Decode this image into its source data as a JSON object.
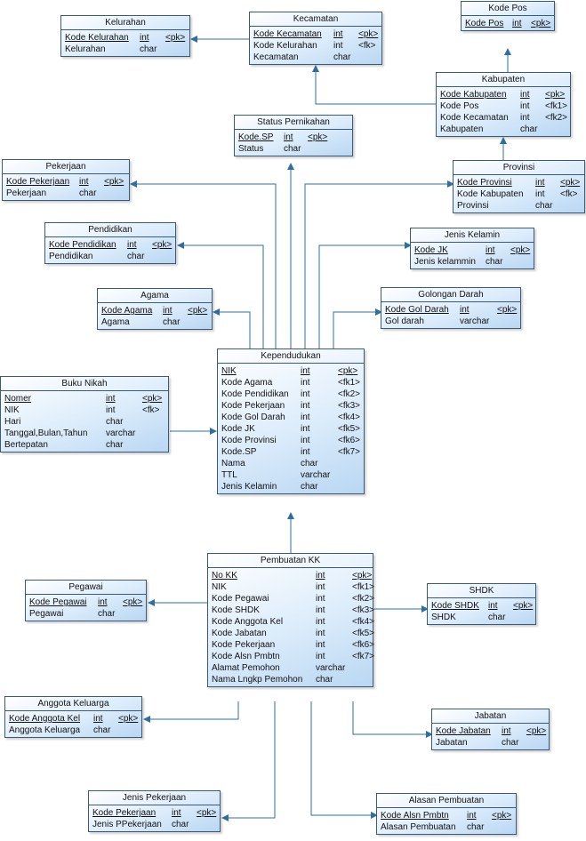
{
  "entities": [
    {
      "id": "kelurahan",
      "title": "Kelurahan",
      "rows": [
        {
          "name": "Kode Kelurahan",
          "type": "int",
          "key": "<pk>",
          "pk": true
        },
        {
          "name": "Kelurahan",
          "type": "char",
          "key": ""
        }
      ]
    },
    {
      "id": "kecamatan",
      "title": "Kecamatan",
      "rows": [
        {
          "name": "Kode Kecamatan",
          "type": "int",
          "key": "<pk>",
          "pk": true
        },
        {
          "name": "Kode Kelurahan",
          "type": "int",
          "key": "<fk>"
        },
        {
          "name": "Kecamatan",
          "type": "char",
          "key": ""
        }
      ]
    },
    {
      "id": "kodepos",
      "title": "Kode Pos",
      "rows": [
        {
          "name": "Kode Pos",
          "type": "int",
          "key": "<pk>",
          "pk": true
        }
      ]
    },
    {
      "id": "kabupaten",
      "title": "Kabupaten",
      "rows": [
        {
          "name": "Kode Kabupaten",
          "type": "int",
          "key": "<pk>",
          "pk": true
        },
        {
          "name": "Kode Pos",
          "type": "int",
          "key": "<fk1>"
        },
        {
          "name": "Kode Kecamatan",
          "type": "int",
          "key": "<fk2>"
        },
        {
          "name": "Kabupaten",
          "type": "char",
          "key": ""
        }
      ]
    },
    {
      "id": "statusperkawinan",
      "title": "Status Pernikahan",
      "rows": [
        {
          "name": "Kode.SP",
          "type": "int",
          "key": "<pk>",
          "pk": true
        },
        {
          "name": "Status",
          "type": "char",
          "key": ""
        }
      ]
    },
    {
      "id": "pekerjaan",
      "title": "Pekerjaan",
      "rows": [
        {
          "name": "Kode Pekerjaan",
          "type": "int",
          "key": "<pk>",
          "pk": true
        },
        {
          "name": "Pekerjaan",
          "type": "char",
          "key": ""
        }
      ]
    },
    {
      "id": "provinsi",
      "title": "Provinsi",
      "rows": [
        {
          "name": "Kode Provinsi",
          "type": "int",
          "key": "<pk>",
          "pk": true
        },
        {
          "name": "Kode Kabupaten",
          "type": "int",
          "key": "<fk>"
        },
        {
          "name": "Provinsi",
          "type": "char",
          "key": ""
        }
      ]
    },
    {
      "id": "pendidikan",
      "title": "Pendidikan",
      "rows": [
        {
          "name": "Kode Pendidikan",
          "type": "int",
          "key": "<pk>",
          "pk": true
        },
        {
          "name": "Pendidikan",
          "type": "char",
          "key": ""
        }
      ]
    },
    {
      "id": "jeniskelamin",
      "title": "Jenis Kelamin",
      "rows": [
        {
          "name": "Kode JK",
          "type": "int",
          "key": "<pk>",
          "pk": true
        },
        {
          "name": "Jenis kelammin",
          "type": "char",
          "key": ""
        }
      ]
    },
    {
      "id": "agama",
      "title": "Agama",
      "rows": [
        {
          "name": "Kode Agama",
          "type": "int",
          "key": "<pk>",
          "pk": true
        },
        {
          "name": "Agama",
          "type": "char",
          "key": ""
        }
      ]
    },
    {
      "id": "golongandarah",
      "title": "Golongan Darah",
      "rows": [
        {
          "name": "Kode Gol Darah",
          "type": "int",
          "key": "<pk>",
          "pk": true
        },
        {
          "name": "Gol darah",
          "type": "varchar",
          "key": ""
        }
      ]
    },
    {
      "id": "bukunikah",
      "title": "Buku Nikah",
      "rows": [
        {
          "name": "Nomer",
          "type": "int",
          "key": "<pk>",
          "pk": true
        },
        {
          "name": "NIK",
          "type": "int",
          "key": "<fk>"
        },
        {
          "name": "Hari",
          "type": "char",
          "key": ""
        },
        {
          "name": "Tanggal,Bulan,Tahun",
          "type": "varchar",
          "key": ""
        },
        {
          "name": "Bertepatan",
          "type": "char",
          "key": ""
        }
      ]
    },
    {
      "id": "kependudukan",
      "title": "Kependudukan",
      "rows": [
        {
          "name": "NIK",
          "type": "int",
          "key": "<pk>",
          "pk": true
        },
        {
          "name": "Kode Agama",
          "type": "int",
          "key": "<fk1>"
        },
        {
          "name": "Kode Pendidikan",
          "type": "int",
          "key": "<fk2>"
        },
        {
          "name": "Kode Pekerjaan",
          "type": "int",
          "key": "<fk3>"
        },
        {
          "name": "Kode Gol Darah",
          "type": "int",
          "key": "<fk4>"
        },
        {
          "name": "Kode JK",
          "type": "int",
          "key": "<fk5>"
        },
        {
          "name": "Kode Provinsi",
          "type": "int",
          "key": "<fk6>"
        },
        {
          "name": "Kode.SP",
          "type": "int",
          "key": "<fk7>"
        },
        {
          "name": "Nama",
          "type": "char",
          "key": ""
        },
        {
          "name": "TTL",
          "type": "varchar",
          "key": ""
        },
        {
          "name": "Jenis Kelamin",
          "type": "char",
          "key": ""
        }
      ]
    },
    {
      "id": "pembuatankk",
      "title": "Pembuatan KK",
      "rows": [
        {
          "name": "No KK",
          "type": "int",
          "key": "<pk>",
          "pk": true
        },
        {
          "name": "NIK",
          "type": "int",
          "key": "<fk1>"
        },
        {
          "name": "Kode Pegawai",
          "type": "int",
          "key": "<fk2>"
        },
        {
          "name": "Kode SHDK",
          "type": "int",
          "key": "<fk3>"
        },
        {
          "name": "Kode Anggota Kel",
          "type": "int",
          "key": "<fk4>"
        },
        {
          "name": "Kode Jabatan",
          "type": "int",
          "key": "<fk5>"
        },
        {
          "name": "Kode Pekerjaan",
          "type": "int",
          "key": "<fk6>"
        },
        {
          "name": "Kode Alsn Pmbtn",
          "type": "int",
          "key": "<fk7>"
        },
        {
          "name": "Alamat Pemohon",
          "type": "varchar",
          "key": ""
        },
        {
          "name": "Nama Lngkp Pemohon",
          "type": "char",
          "key": ""
        }
      ]
    },
    {
      "id": "pegawai",
      "title": "Pegawai",
      "rows": [
        {
          "name": "Kode Pegawai",
          "type": "int",
          "key": "<pk>",
          "pk": true
        },
        {
          "name": "Pegawai",
          "type": "char",
          "key": ""
        }
      ]
    },
    {
      "id": "shdk",
      "title": "SHDK",
      "rows": [
        {
          "name": "Kode SHDK",
          "type": "int",
          "key": "<pk>",
          "pk": true
        },
        {
          "name": "SHDK",
          "type": "char",
          "key": ""
        }
      ]
    },
    {
      "id": "anggotakeluarga",
      "title": "Anggota Keluarga",
      "rows": [
        {
          "name": "Kode Anggota Kel",
          "type": "int",
          "key": "<pk>",
          "pk": true
        },
        {
          "name": "Anggota Keluarga",
          "type": "char",
          "key": ""
        }
      ]
    },
    {
      "id": "jabatan",
      "title": "Jabatan",
      "rows": [
        {
          "name": "Kode Jabatan",
          "type": "int",
          "key": "<pk>",
          "pk": true
        },
        {
          "name": "Jabatan",
          "type": "char",
          "key": ""
        }
      ]
    },
    {
      "id": "jenispekerjaan",
      "title": "Jenis Pekerjaan",
      "rows": [
        {
          "name": "Kode Pekerjaan",
          "type": "int",
          "key": "<pk>",
          "pk": true
        },
        {
          "name": "Jenis PPekerjaan",
          "type": "char",
          "key": ""
        }
      ]
    },
    {
      "id": "alasanpembuatan",
      "title": "Alasan Pembuatan",
      "rows": [
        {
          "name": "Kode Alsn Pmbtn",
          "type": "int",
          "key": "<pk>",
          "pk": true
        },
        {
          "name": "Alasan Pembuatan",
          "type": "char",
          "key": ""
        }
      ]
    }
  ],
  "colors": {
    "line": "#2f6f9f",
    "border": "#3a5a78",
    "fill_top": "#ffffff",
    "fill_bottom": "#b9d7f3"
  }
}
